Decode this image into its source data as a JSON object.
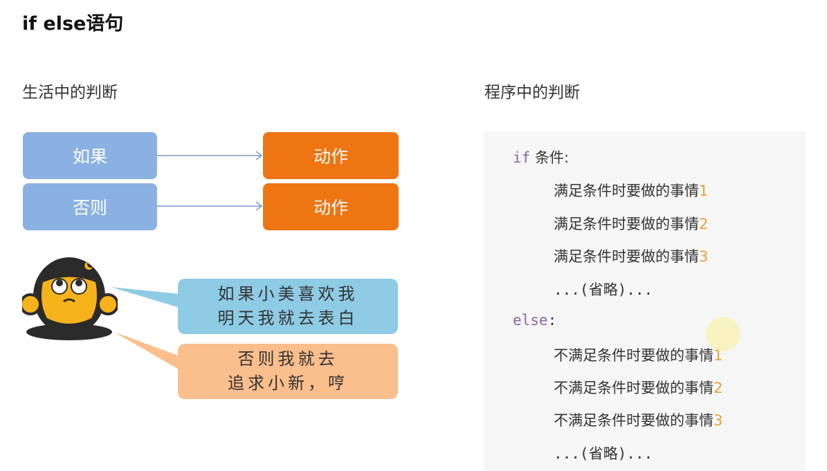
{
  "page": {
    "title": "if else语句"
  },
  "life": {
    "heading": "生活中的判断",
    "if_label": "如果",
    "else_label": "否则",
    "action_label_1": "动作",
    "action_label_2": "动作",
    "bubble_top": [
      "如果小美喜欢我",
      "明天我就去表白"
    ],
    "bubble_bottom": [
      "否则我就去",
      "追求小新，哼"
    ]
  },
  "program": {
    "heading": "程序中的判断",
    "if_keyword": "if",
    "if_condition": "条件:",
    "if_body": [
      {
        "text": "满足条件时要做的事情",
        "num": "1"
      },
      {
        "text": "满足条件时要做的事情",
        "num": "2"
      },
      {
        "text": "满足条件时要做的事情",
        "num": "3"
      }
    ],
    "if_ellipsis": "...(省略)...",
    "else_keyword": "else",
    "else_colon": ":",
    "else_body": [
      {
        "text": "不满足条件时要做的事情",
        "num": "1"
      },
      {
        "text": "不满足条件时要做的事情",
        "num": "2"
      },
      {
        "text": "不满足条件时要做的事情",
        "num": "3"
      }
    ],
    "else_ellipsis": "...(省略)..."
  },
  "colors": {
    "blue_box": "#8bb1e3",
    "orange_box": "#ee7512",
    "bubble_blue": "#8ecbe4",
    "bubble_orange": "#fbbe8d",
    "keyword": "#8c64a6",
    "number": "#f0a030"
  },
  "icons": {
    "mascot": "monkey-mascot-icon",
    "arrow": "arrow-right-icon"
  }
}
